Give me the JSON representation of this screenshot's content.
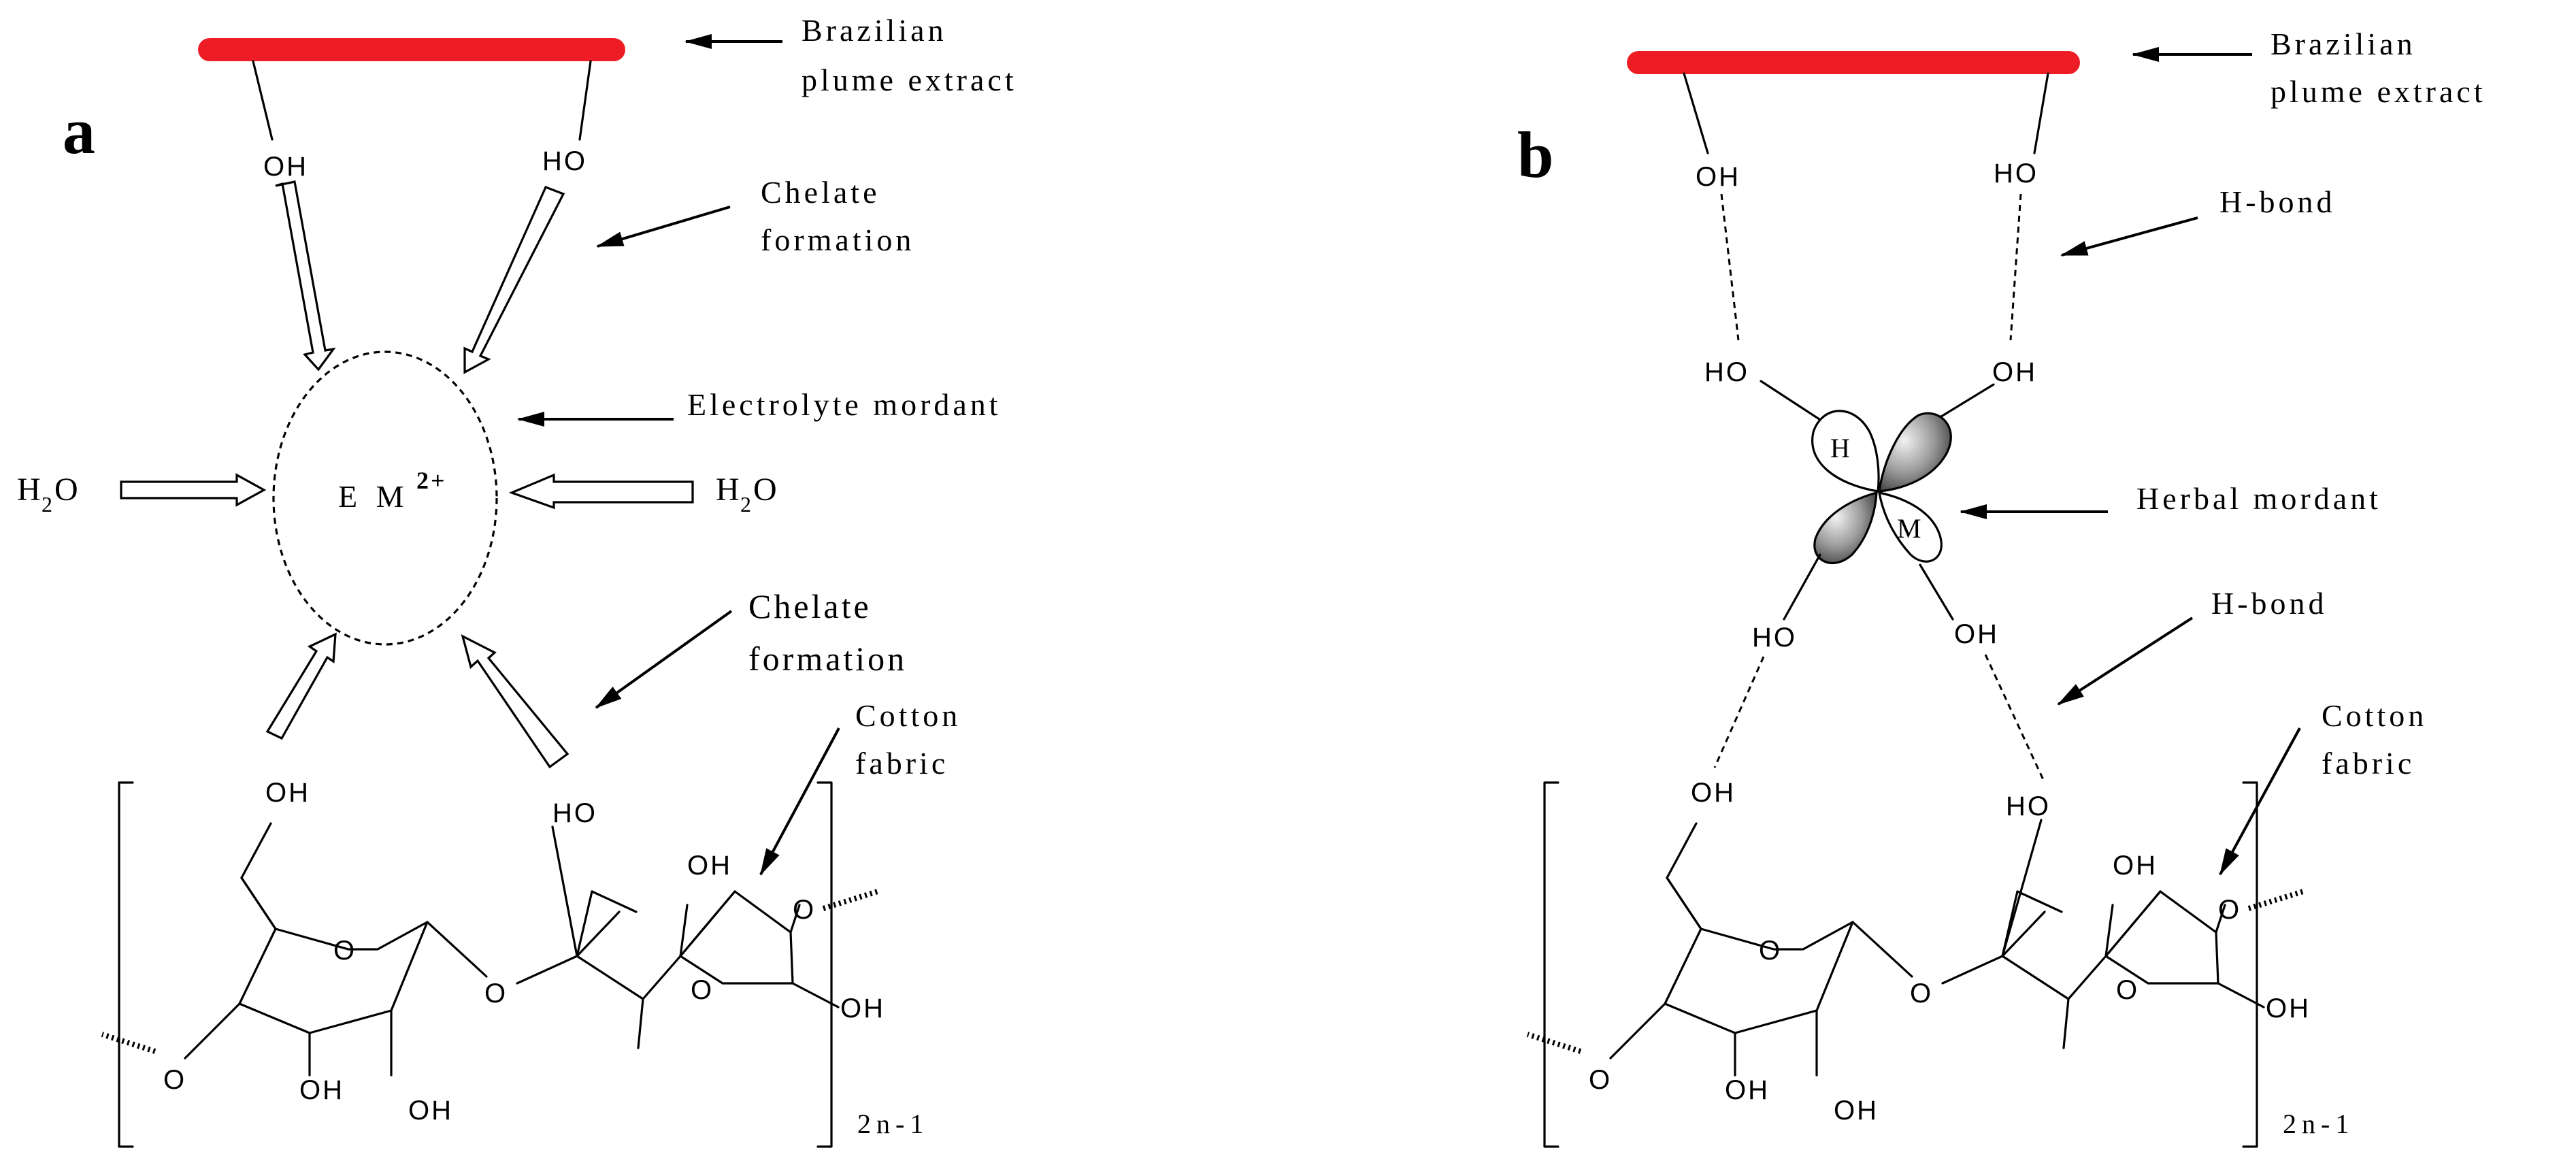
{
  "panel_a": {
    "label": "a",
    "extract_label": [
      "Brazilian",
      "plume extract"
    ],
    "chelate_top": [
      "Chelate",
      "formation"
    ],
    "chelate_bottom": [
      "Chelate",
      "formation"
    ],
    "electrolyte_label": "Electrolyte mordant",
    "ion_text": "E M",
    "ion_charge": "2+",
    "water_left": "H",
    "water_right": "H",
    "water_sub": "2",
    "water_o": "O",
    "cotton_label": [
      "Cotton",
      "fabric"
    ],
    "extract_oh_left": "OH",
    "extract_oh_right": "HO",
    "repeat_subscript": "2n-1"
  },
  "panel_b": {
    "label": "b",
    "extract_label": [
      "Brazilian",
      "plume extract"
    ],
    "hbond_top": "H-bond",
    "hbond_bottom": "H-bond",
    "herbal_label": "Herbal mordant",
    "mordant_h": "H",
    "mordant_m": "M",
    "cotton_label": [
      "Cotton",
      "fabric"
    ],
    "extract_oh_left": "OH",
    "extract_oh_right": "HO",
    "mordant_oh_tl": "HO",
    "mordant_oh_tr": "OH",
    "mordant_oh_bl": "HO",
    "mordant_oh_br": "OH",
    "repeat_subscript": "2n-1"
  },
  "cellulose_atoms": {
    "oh6_left": "OH",
    "oh6_right": "HO",
    "ring_o": "O",
    "bridge_o": "O",
    "oh_a": "OH",
    "oh_b": "OH",
    "oh_c": "OH",
    "oh_d": "OH",
    "oh_end": "OH",
    "link_o_left": "O",
    "link_o_right": "O"
  },
  "colors": {
    "extract_bar": "#ee1c25",
    "ink": "#000000"
  }
}
